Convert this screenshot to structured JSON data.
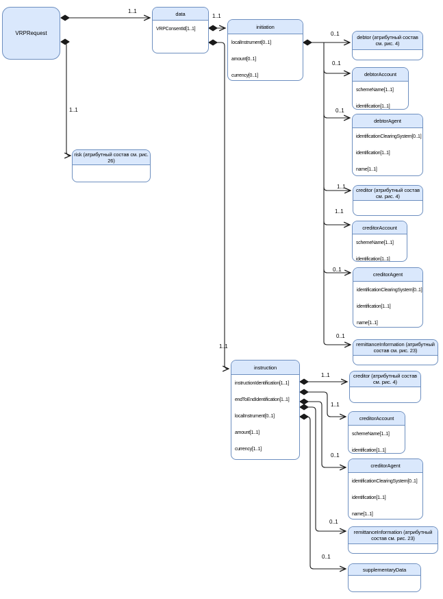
{
  "nodes": {
    "vrprequest": {
      "title": "VRPRequest"
    },
    "data": {
      "title": "data",
      "attrs": [
        "VRPConsentId[1..1]"
      ]
    },
    "initiation": {
      "title": "initiation",
      "attrs": [
        "localInstrument[0..1]",
        "amount[0..1]",
        "currency[0..1]"
      ]
    },
    "risk": {
      "title": "risk (атрибутный состав см. рис. 26)"
    },
    "debtor": {
      "title": "debtor (атрибутный состав см. рис. 4)"
    },
    "debtorAccount": {
      "title": "debtorAccount",
      "attrs": [
        "schemeName[1..1]",
        "identification[1..1]"
      ]
    },
    "debtorAgent": {
      "title": "debtorAgent",
      "attrs": [
        "identificationClearingSystem[0..1]",
        "identification[1..1]",
        "name[1..1]"
      ]
    },
    "creditor1": {
      "title": "creditor (атрибутный состав см. рис. 4)"
    },
    "creditorAccount1": {
      "title": "creditorAccount",
      "attrs": [
        "schemeName[1..1]",
        "identification[1..1]"
      ]
    },
    "creditorAgent1": {
      "title": "creditorAgent",
      "attrs": [
        "identificationClearingSystem[0..1]",
        "identification[1..1]",
        "name[1..1]"
      ]
    },
    "remittance1": {
      "title": "remittanceInformation (атрибутный состав см. рис. 23)"
    },
    "instruction": {
      "title": "instruction",
      "attrs": [
        "instructionIdentification[1..1]",
        "endToEndIdentification[1..1]",
        "localInstrument[0..1]",
        "amount[1..1]",
        "currency[1..1]"
      ]
    },
    "creditor2": {
      "title": "creditor (атрибутный состав см. рис. 4)"
    },
    "creditorAccount2": {
      "title": "creditorAccount",
      "attrs": [
        "schemeName[1..1]",
        "identification[1..1]"
      ]
    },
    "creditorAgent2": {
      "title": "creditorAgent",
      "attrs": [
        "identificationClearingSystem[0..1]",
        "identification[1..1]",
        "name[1..1]"
      ]
    },
    "remittance2": {
      "title": "remittanceInformation (атрибутный состав см. рис. 23)"
    },
    "supplementaryData": {
      "title": "supplementaryData"
    }
  },
  "edges": {
    "vrprequest_data": {
      "card": "1..1"
    },
    "vrprequest_risk": {
      "card": "1..1"
    },
    "data_initiation": {
      "card": "1..1"
    },
    "data_instruction": {
      "card": "1..1"
    },
    "initiation_debtor": {
      "card": "0..1"
    },
    "initiation_debtorAccount": {
      "card": "0..1"
    },
    "initiation_debtorAgent": {
      "card": "0..1"
    },
    "initiation_creditor": {
      "card": "1..1"
    },
    "initiation_creditorAccount": {
      "card": "1..1"
    },
    "initiation_creditorAgent": {
      "card": "0..1"
    },
    "initiation_remittance": {
      "card": "0..1"
    },
    "instruction_creditor": {
      "card": "1..1"
    },
    "instruction_creditorAccount": {
      "card": "1..1"
    },
    "instruction_creditorAgent": {
      "card": "0..1"
    },
    "instruction_remittance": {
      "card": "0..1"
    },
    "instruction_supplementaryData": {
      "card": "0..1"
    }
  },
  "colors": {
    "node_fill": "#dae8fc",
    "node_border": "#6c8ebf",
    "connector": "#000000"
  }
}
